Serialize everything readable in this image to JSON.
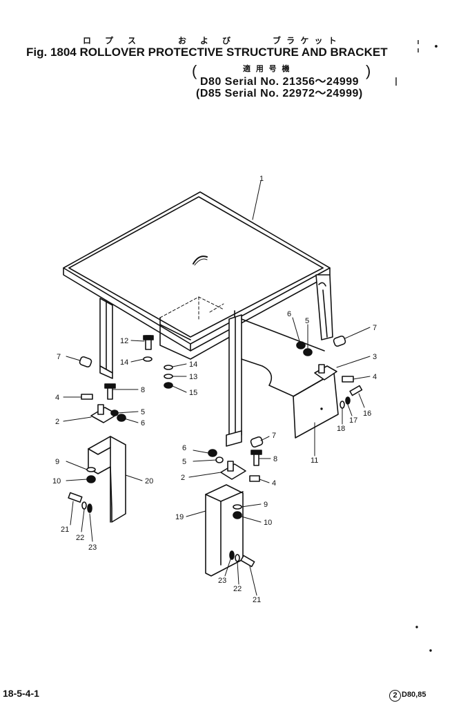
{
  "header": {
    "jp_ro": "ロ",
    "jp_pu": "プ",
    "jp_su": "ス",
    "jp_o": "お",
    "jp_yo": "よ",
    "jp_bi": "び",
    "jp_bracket": "ブ ラ ケ ッ ト",
    "title": "Fig. 1804 ROLLOVER PROTECTIVE STRUCTURE AND BRACKET",
    "applicable_models_jp": "適 用 号 機",
    "serial_d80": "D80  Serial  No. 21356～24999",
    "serial_d85": "(D85  Serial  No. 22972～24999)"
  },
  "diagram": {
    "callouts": [
      "1",
      "2",
      "3",
      "4",
      "5",
      "6",
      "7",
      "8",
      "9",
      "10",
      "11",
      "12",
      "13",
      "14",
      "15",
      "16",
      "17",
      "18",
      "19",
      "20",
      "21",
      "22",
      "23"
    ]
  },
  "footer": {
    "page_ref": "18-5-4-1",
    "model_circle": "2",
    "model_ref": "D80,85"
  }
}
